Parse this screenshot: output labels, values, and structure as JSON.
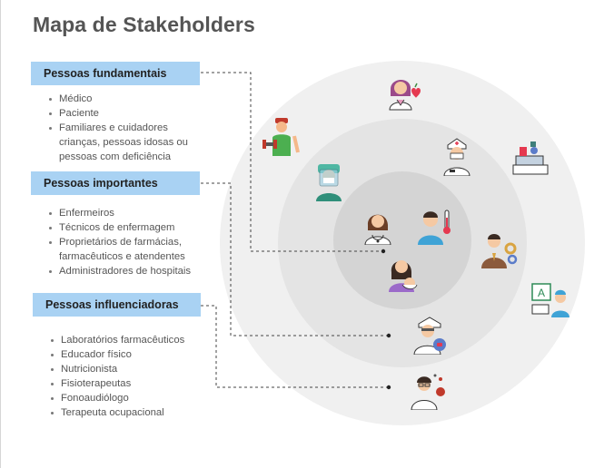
{
  "title": "Mapa de Stakeholders",
  "groups": [
    {
      "label": "Pessoas fundamentais",
      "items": [
        "Médico",
        "Paciente",
        "Familiares e cuidadores\ncrianças, pessoas idosas ou\npessoas com deficiência"
      ]
    },
    {
      "label": "Pessoas importantes",
      "items": [
        "Enfermeiros",
        "Técnicos de enfermagem",
        "Proprietários de farmácias,\nfarmacêuticos e atendentes",
        "Administradores de hospitais"
      ]
    },
    {
      "label": "Pessoas influenciadoras",
      "items": [
        "Laboratórios farmacêuticos",
        "Educador físico",
        "Nutricionista",
        "Fisioterapeutas",
        "Fonoaudiólogo",
        "Terapeuta ocupacional"
      ]
    }
  ],
  "colors": {
    "label_bg": "#a9d2f3",
    "ring_outer": "#f0f0f0",
    "ring_middle": "#e4e4e4",
    "ring_inner": "#d4d4d4",
    "connector": "#444444"
  },
  "icons": [
    "doctor-female-heart-icon",
    "physical-trainer-icon",
    "nurse-face-shield-icon",
    "nurse-cap-icon",
    "lab-equipment-icon",
    "doctor-female-icon",
    "patient-fever-icon",
    "mother-baby-icon",
    "administrator-gear-icon",
    "speech-therapist-icon",
    "pharmacist-icon",
    "scientist-virus-icon"
  ]
}
